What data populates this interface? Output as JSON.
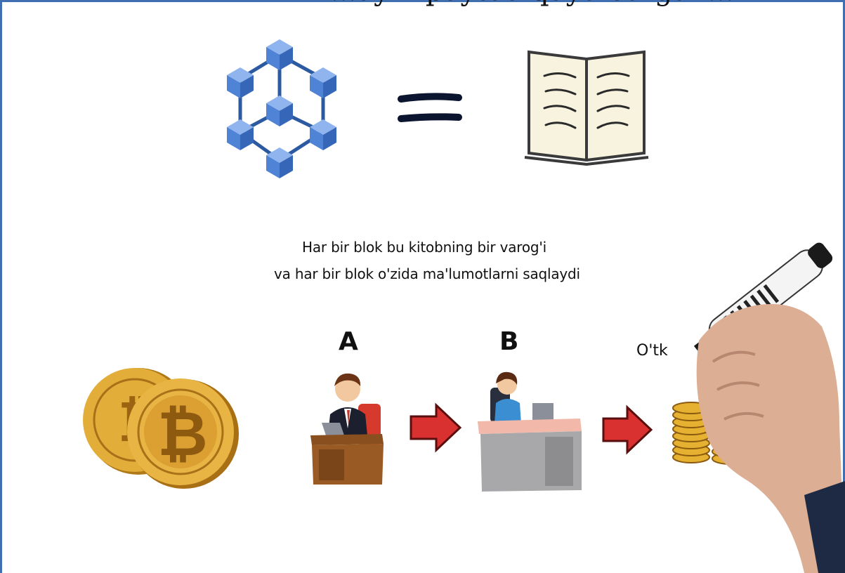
{
  "header": {
    "cut_title": "...ayni paytda qayd etilgan..."
  },
  "caption": {
    "line1": "Har bir blok bu kitobning bir varog'i",
    "line2": "va har bir blok o'zida ma'lumotlarni saqlaydi"
  },
  "people": {
    "a_label": "A",
    "b_label": "B"
  },
  "transfer": {
    "partial_label": "O'tk"
  },
  "icons": {
    "blockchain": "blockchain-network-icon",
    "equals": "equals-icon",
    "book": "open-book-icon",
    "coins": "bitcoin-coins-icon",
    "arrow": "red-arrow-icon",
    "hand": "hand-with-marker-icon"
  },
  "colors": {
    "block": "#4f83d6",
    "arrow": "#d93030",
    "gold": "#d9a22a",
    "frame": "#3f6fb0"
  }
}
